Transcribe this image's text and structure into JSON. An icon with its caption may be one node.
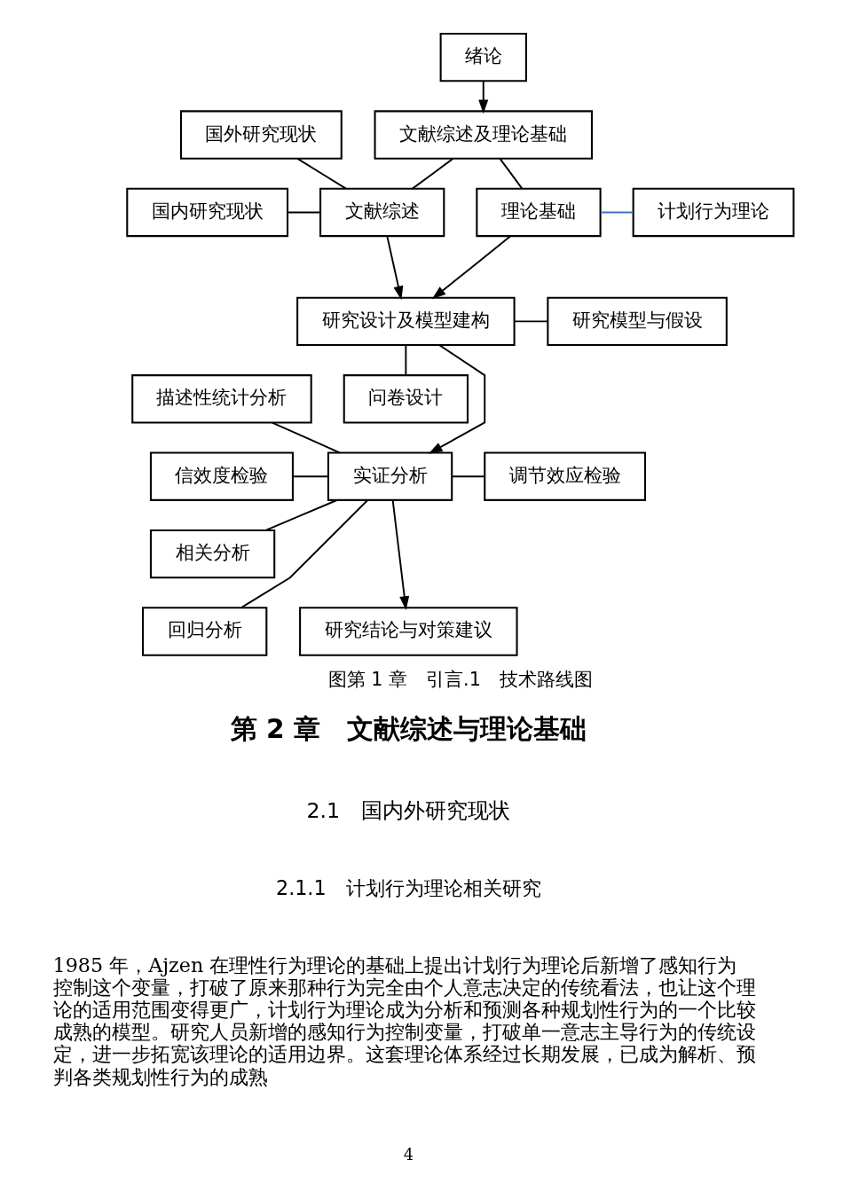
{
  "diagram": {
    "caption": "图第 1 章　引言.1　技术路线图",
    "nodes": [
      {
        "text": [
          "绪论"
        ]
      },
      {
        "text": [
          "文献综述及理论基础"
        ]
      },
      {
        "text": [
          "国外研究现状"
        ]
      },
      {
        "text": [
          "文献综述"
        ]
      },
      {
        "text": [
          "理论基础"
        ]
      },
      {
        "text": [
          "计划行为理论"
        ]
      },
      {
        "text": [
          "国内研究现状"
        ]
      },
      {
        "text": [
          "研究设计及模型建构"
        ]
      },
      {
        "text": [
          "研究模型与假设"
        ]
      },
      {
        "text": [
          "问卷设计"
        ]
      },
      {
        "text": [
          "描述性统计分析"
        ]
      },
      {
        "text": [
          "信效度检验"
        ]
      },
      {
        "text": [
          "实证分析"
        ]
      },
      {
        "text": [
          "调节效应检验"
        ]
      },
      {
        "text": [
          "相关分析"
        ]
      },
      {
        "text": [
          "回归分析"
        ]
      },
      {
        "text": [
          "研究结论与对策建议"
        ]
      }
    ],
    "edges": [
      {
        "from": 0,
        "to": 1,
        "arrow": "to"
      },
      {
        "from": 1,
        "to": 3,
        "arrow": "none"
      },
      {
        "from": 1,
        "to": 4,
        "arrow": "none"
      },
      {
        "from": 2,
        "to": 3,
        "arrow": "none"
      },
      {
        "from": 6,
        "to": 3,
        "arrow": "none"
      },
      {
        "from": 4,
        "to": 5,
        "arrow": "none",
        "color": "#4472c4"
      },
      {
        "from": 3,
        "to": 7,
        "arrow": "to"
      },
      {
        "from": 4,
        "to": 7,
        "arrow": "to"
      },
      {
        "from": 7,
        "to": 8,
        "arrow": "none"
      },
      {
        "from": 7,
        "to": 9,
        "arrow": "none"
      },
      {
        "from": 7,
        "to": 12,
        "arrow": "to"
      },
      {
        "from": 10,
        "to": 12,
        "arrow": "none"
      },
      {
        "from": 11,
        "to": 12,
        "arrow": "none"
      },
      {
        "from": 14,
        "to": 12,
        "arrow": "none"
      },
      {
        "from": 15,
        "to": 12,
        "arrow": "none"
      },
      {
        "from": 12,
        "to": 13,
        "arrow": "none"
      },
      {
        "from": 12,
        "to": 16,
        "arrow": "to"
      }
    ],
    "labels": [
      "第 2 章　文献综述与理论基础",
      "2.1　国内外研究现状",
      "2.1.1　计划行为理论相关研究",
      "1985 年，Ajzen 在理性行为理论的基础上提出计划行为理论后新增了感知行为控制这个变量，打破了原来那种行为完全由个人意志决定的传统看法，也让这个理论的适用范围变得更广，计划行为理论成为分析和预测各种规划性行为的一个比较成熟的模型。研究人员新增的感知行为控制变量，打破单一意志主导行为的传统设定，进一步拓宽该理论的适用边界。这套理论体系经过长期发展，已成为解析、预判各类规划性行为的成熟",
      "4"
    ]
  }
}
